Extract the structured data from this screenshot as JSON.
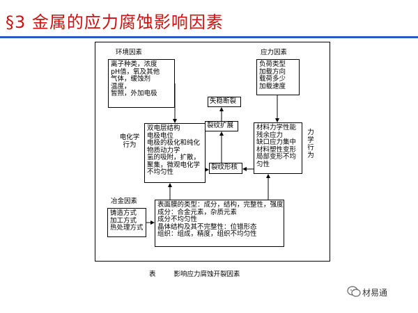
{
  "title": "§3  金属的应力腐蚀影响因素",
  "diagram": {
    "env_factors": {
      "heading": "环境因素",
      "lines": [
        "离子种类，浓度",
        "pH值，氧及其他",
        "气体，缓蚀剂",
        "温度，",
        "暂照，外加电极"
      ]
    },
    "stress_factors": {
      "heading": "应力因素",
      "lines": [
        "负荷类型",
        "加载方向",
        "载荷多少",
        "加载速度"
      ]
    },
    "electrochem_label": "电化学\n行为",
    "electrochem_box": {
      "lines": [
        "双电层结构",
        "电极电位",
        "电极的极化和纯化",
        "物质动力学",
        "氢的吸附，扩散，",
        "聚集，微观电化学",
        "不均匀性"
      ]
    },
    "instability_fracture": "失稳断裂",
    "crack_growth": "裂纹扩展",
    "crack_initiation": "裂纹形核",
    "mechanics_box": {
      "lines": [
        "材料力学性能",
        "残余应力",
        "缺口应力集中",
        "材料塑性变形",
        "局部变形不均",
        "匀性"
      ]
    },
    "mechanics_label": "力\n学\n行\n为",
    "metallurgy": {
      "heading": "冶金因素",
      "lines": [
        "铸造方式",
        "加工方式",
        "热处理方式"
      ]
    },
    "surface_box": {
      "lines": [
        "表面膜的类型：成分，结构，完整性，强度",
        "成分：合金元素，杂质元素",
        "成分不均匀性",
        "晶体结构及其不完整性：位错形态",
        "组织：组成，精度，组织不均匀性"
      ]
    },
    "caption_label": "表",
    "caption_text": "影响应力腐蚀开裂因素"
  },
  "watermark": "材易通"
}
